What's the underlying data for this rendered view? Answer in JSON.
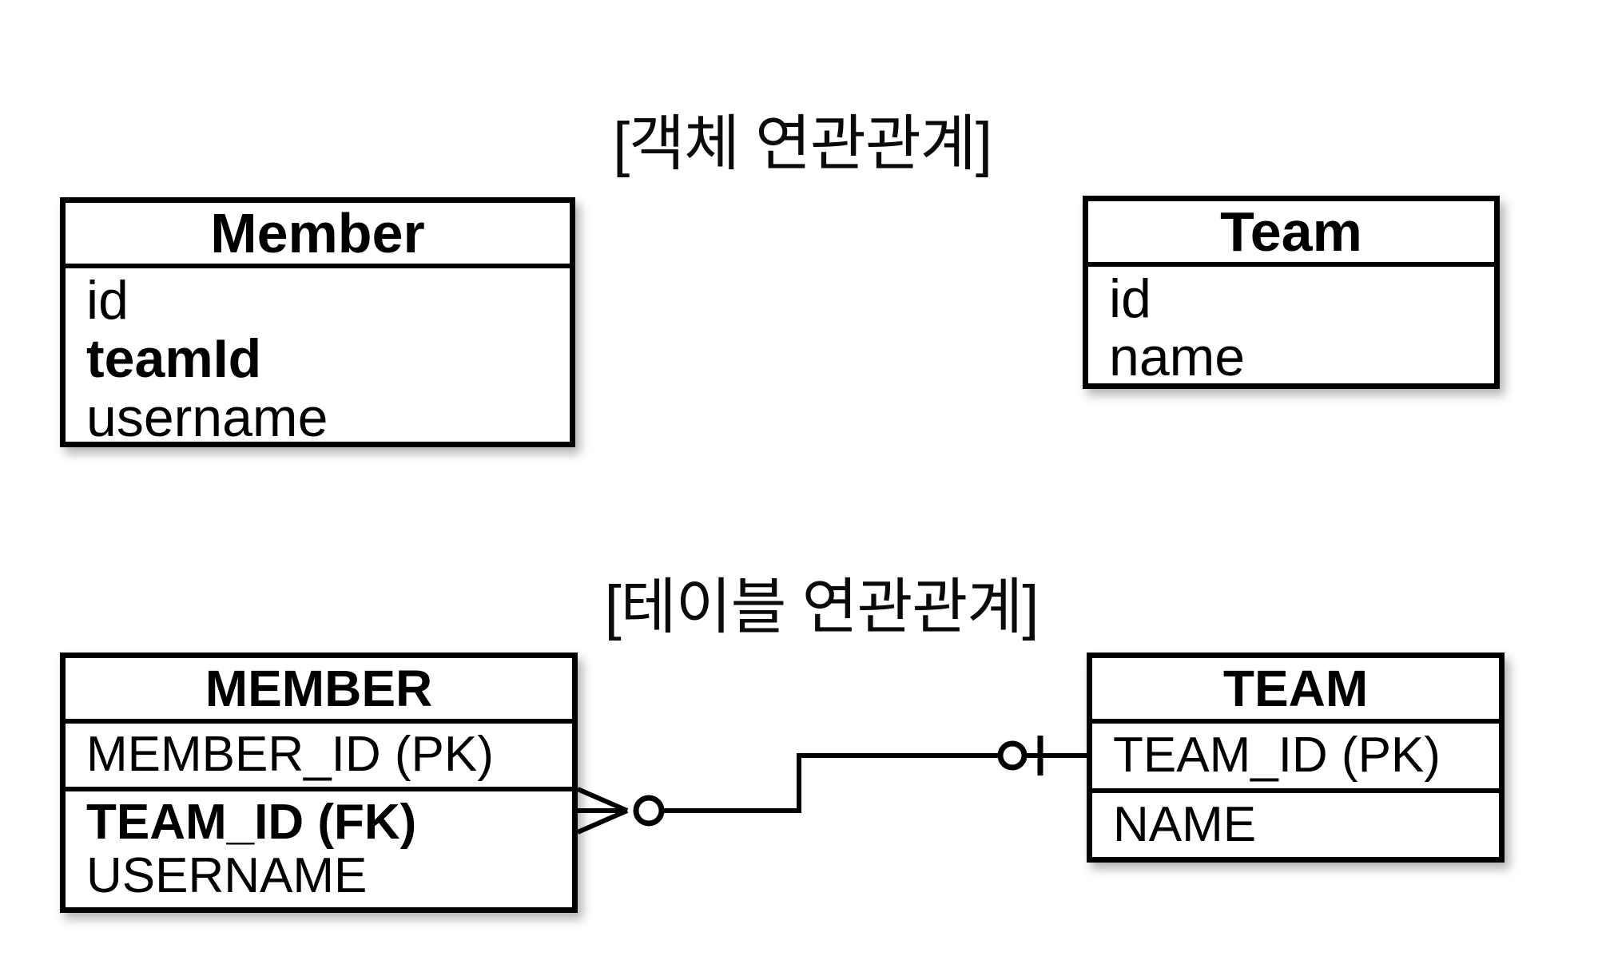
{
  "colors": {
    "background": "#ffffff",
    "ink": "#000000",
    "box_fill": "#ffffff"
  },
  "object_diagram": {
    "title": "[객체 연관관계]",
    "member": {
      "title": "Member",
      "fields": [
        "id",
        "teamId",
        "username"
      ]
    },
    "team": {
      "title": "Team",
      "fields": [
        "id",
        "name"
      ]
    }
  },
  "table_diagram": {
    "title": "[테이블 연관관계]",
    "member": {
      "title": "MEMBER",
      "pk": "MEMBER_ID (PK)",
      "fk": "TEAM_ID (FK)",
      "col": "USERNAME"
    },
    "team": {
      "title": "TEAM",
      "pk": "TEAM_ID (PK)",
      "col": "NAME"
    },
    "relationship": {
      "member_end_cardinality": "zero-or-many",
      "team_end_cardinality": "zero-or-one",
      "member_end_icon": "crow-foot-zero-or-many-icon",
      "team_end_icon": "zero-or-one-icon"
    }
  }
}
